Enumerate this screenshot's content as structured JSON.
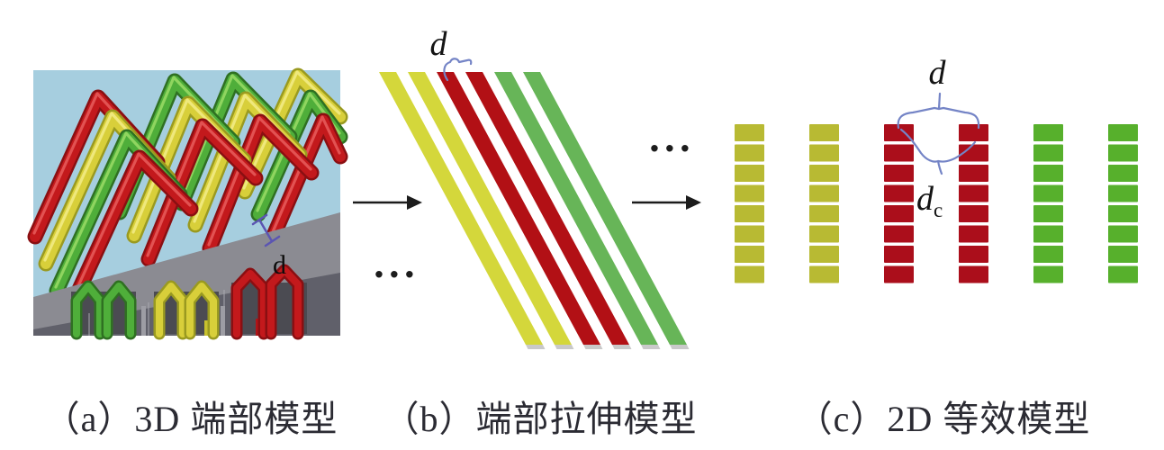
{
  "panel_a": {
    "caption": "（a）3D 端部模型",
    "dim_label": "d"
  },
  "panel_b": {
    "caption": "（b）端部拉伸模型",
    "dim_label": "d",
    "ellipsis": "...",
    "bars": [
      "yellow",
      "yellow",
      "red",
      "red",
      "green",
      "green"
    ]
  },
  "panel_c": {
    "caption": "（c）2D 等效模型",
    "dim_label_top": "d",
    "dim_label_mid": "d",
    "dim_label_mid_sub": "c",
    "ellipsis": "...",
    "columns": [
      "yellow",
      "yellow",
      "red",
      "red",
      "green",
      "green"
    ],
    "blocks_per_column": 8
  },
  "palette": {
    "bar_yellow": "#d4d73b",
    "bar_red": "#b21015",
    "bar_green": "#67b558",
    "block_yellow": "#b8ba33",
    "block_red": "#ab0e1b",
    "block_green": "#57b02c",
    "annotation_blue": "#7484c6",
    "marker_purple": "#5b55b2",
    "arrow_black": "#1c1c1c",
    "caption_color": "#2b2b33",
    "sky_blue": "#a6cedf",
    "floor_gray": "#8b8b92"
  }
}
